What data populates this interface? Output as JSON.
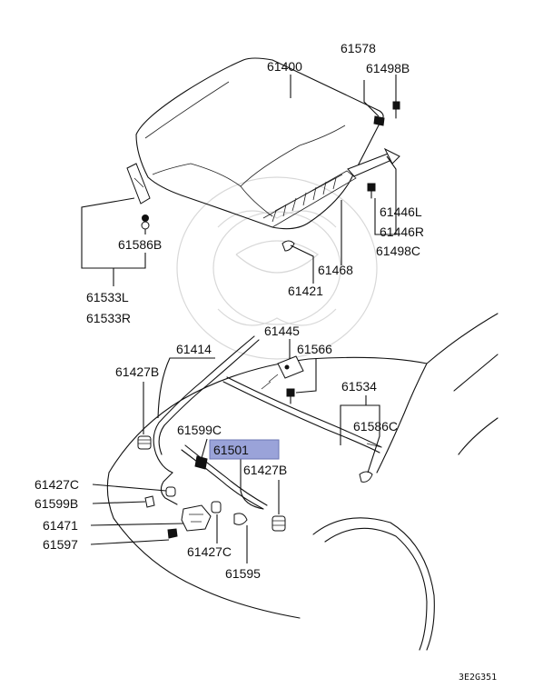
{
  "diagram": {
    "code": "3E2G351",
    "highlight_color": "#9aa3d9",
    "labels": {
      "p61400": "61400",
      "p61578": "61578",
      "p61498B": "61498B",
      "p61446L": "61446L",
      "p61446R": "61446R",
      "p61498C": "61498C",
      "p61468": "61468",
      "p61421": "61421",
      "p61586B": "61586B",
      "p61533L": "61533L",
      "p61533R": "61533R",
      "p61445": "61445",
      "p61414": "61414",
      "p61566": "61566",
      "p61427B_top": "61427B",
      "p61534": "61534",
      "p61586C": "61586C",
      "p61599C": "61599C",
      "p61501": "61501",
      "p61427B_low": "61427B",
      "p61427C_left": "61427C",
      "p61599B": "61599B",
      "p61471": "61471",
      "p61597": "61597",
      "p61427C_bottom": "61427C",
      "p61595": "61595"
    }
  }
}
